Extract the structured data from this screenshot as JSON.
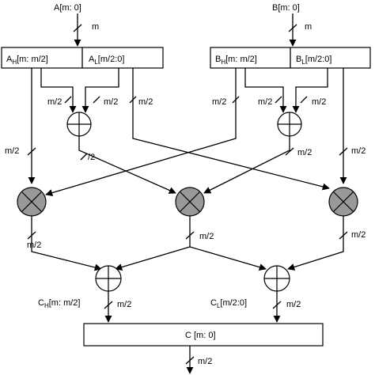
{
  "inputs": {
    "a": "A[m: 0]",
    "b": "B[m: 0]"
  },
  "width_labels": {
    "m": "m",
    "half": "m/2",
    "half_partial": "/2"
  },
  "register_a": {
    "high": "A_H[m: m/2]",
    "low": "A_L[m/2:0]"
  },
  "register_b": {
    "high": "B_H[m: m/2]",
    "low": "B_L[m/2:0]"
  },
  "outputs": {
    "ch": "C_H[m: m/2]",
    "cl": "C_L[m/2:0]",
    "c": "C [m: 0]"
  },
  "colors": {
    "multiplier_fill": "#999999",
    "adder_fill": "#ffffff",
    "line": "#000000"
  },
  "node_icons": {
    "multiplier": "cross-circle",
    "adder": "plus-circle"
  }
}
